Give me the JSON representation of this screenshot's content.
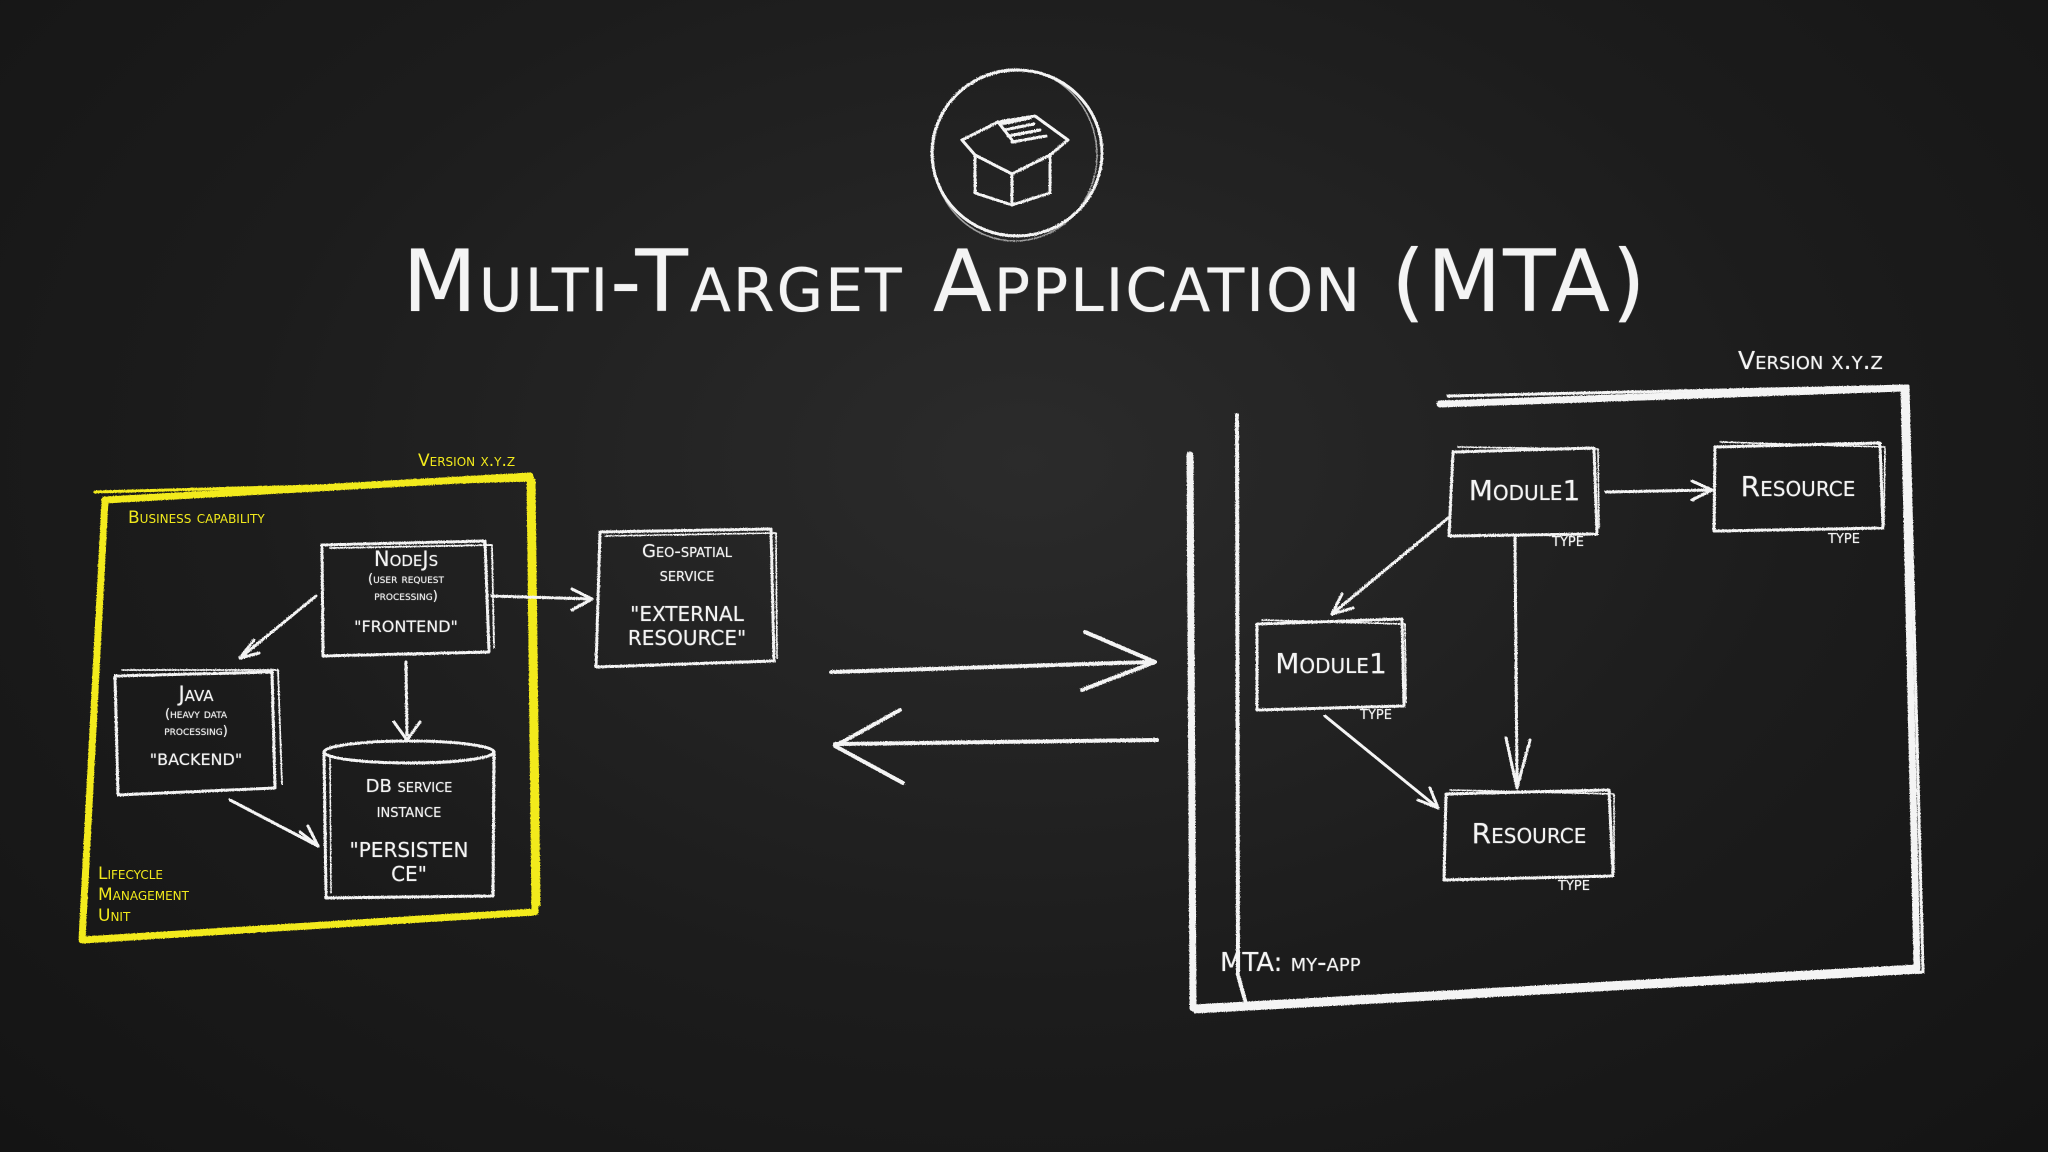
{
  "title": "Multi-Target Application (MTA)",
  "icon": "open-box-icon",
  "colors": {
    "chalk": "#f4f4f4",
    "highlight": "#f2ea1c",
    "board": "#1c1c1c"
  },
  "left": {
    "version": "Version x.y.z",
    "business_capability": "Business capability",
    "lifecycle_lines": [
      "Lifecycle",
      "Management",
      "Unit"
    ],
    "nodejs": {
      "title": "NodeJs",
      "desc": [
        "(user request",
        "processing)"
      ],
      "role": "\"FRONTEND\""
    },
    "java": {
      "title": "Java",
      "desc": [
        "(heavy data",
        "processing)"
      ],
      "role": "\"BACKEND\""
    },
    "db": {
      "lines": [
        "DB service",
        "instance"
      ],
      "role_lines": [
        "\"PERSISTEN",
        "CE\""
      ]
    },
    "geo": {
      "lines": [
        "Geo-spatial",
        "service"
      ],
      "role_lines": [
        "\"EXTERNAL",
        "RESOURCE\""
      ]
    }
  },
  "right": {
    "version": "Version x.y.z",
    "mta_label": "MTA: my-app",
    "module_top": {
      "label": "Module1",
      "type": "type"
    },
    "resource_top": {
      "label": "Resource",
      "type": "type"
    },
    "module_left": {
      "label": "Module1",
      "type": "type"
    },
    "resource_bottom": {
      "label": "Resource",
      "type": "type"
    }
  }
}
